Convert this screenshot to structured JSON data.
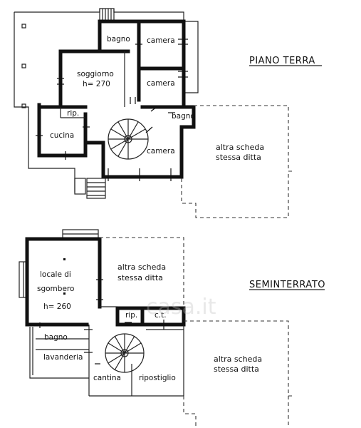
{
  "ground_floor": {
    "title": "PIANO TERRA",
    "rooms": {
      "bagno_top": "bagno",
      "camera_1": "camera",
      "camera_2": "camera",
      "soggiorno": "soggiorno",
      "soggiorno_h": "h= 270",
      "rip": "rip.",
      "cucina": "cucina",
      "bagno_right": "bagno",
      "camera_3": "camera"
    },
    "other": [
      "altra scheda",
      "stessa ditta"
    ]
  },
  "basement": {
    "title": "SEMINTERRATO",
    "rooms": {
      "locale_1": "locale di",
      "locale_2": "sgombero",
      "locale_h": "h= 260",
      "rip": "rip.",
      "ct": "c.t.",
      "bagno": "bagno",
      "lavanderia": "lavanderia",
      "cantina": "cantina",
      "ripostiglio": "ripostiglio"
    },
    "other_top": [
      "altra scheda",
      "stessa ditta"
    ],
    "other_right": [
      "altra scheda",
      "stessa ditta"
    ]
  },
  "watermark": "casa.it"
}
